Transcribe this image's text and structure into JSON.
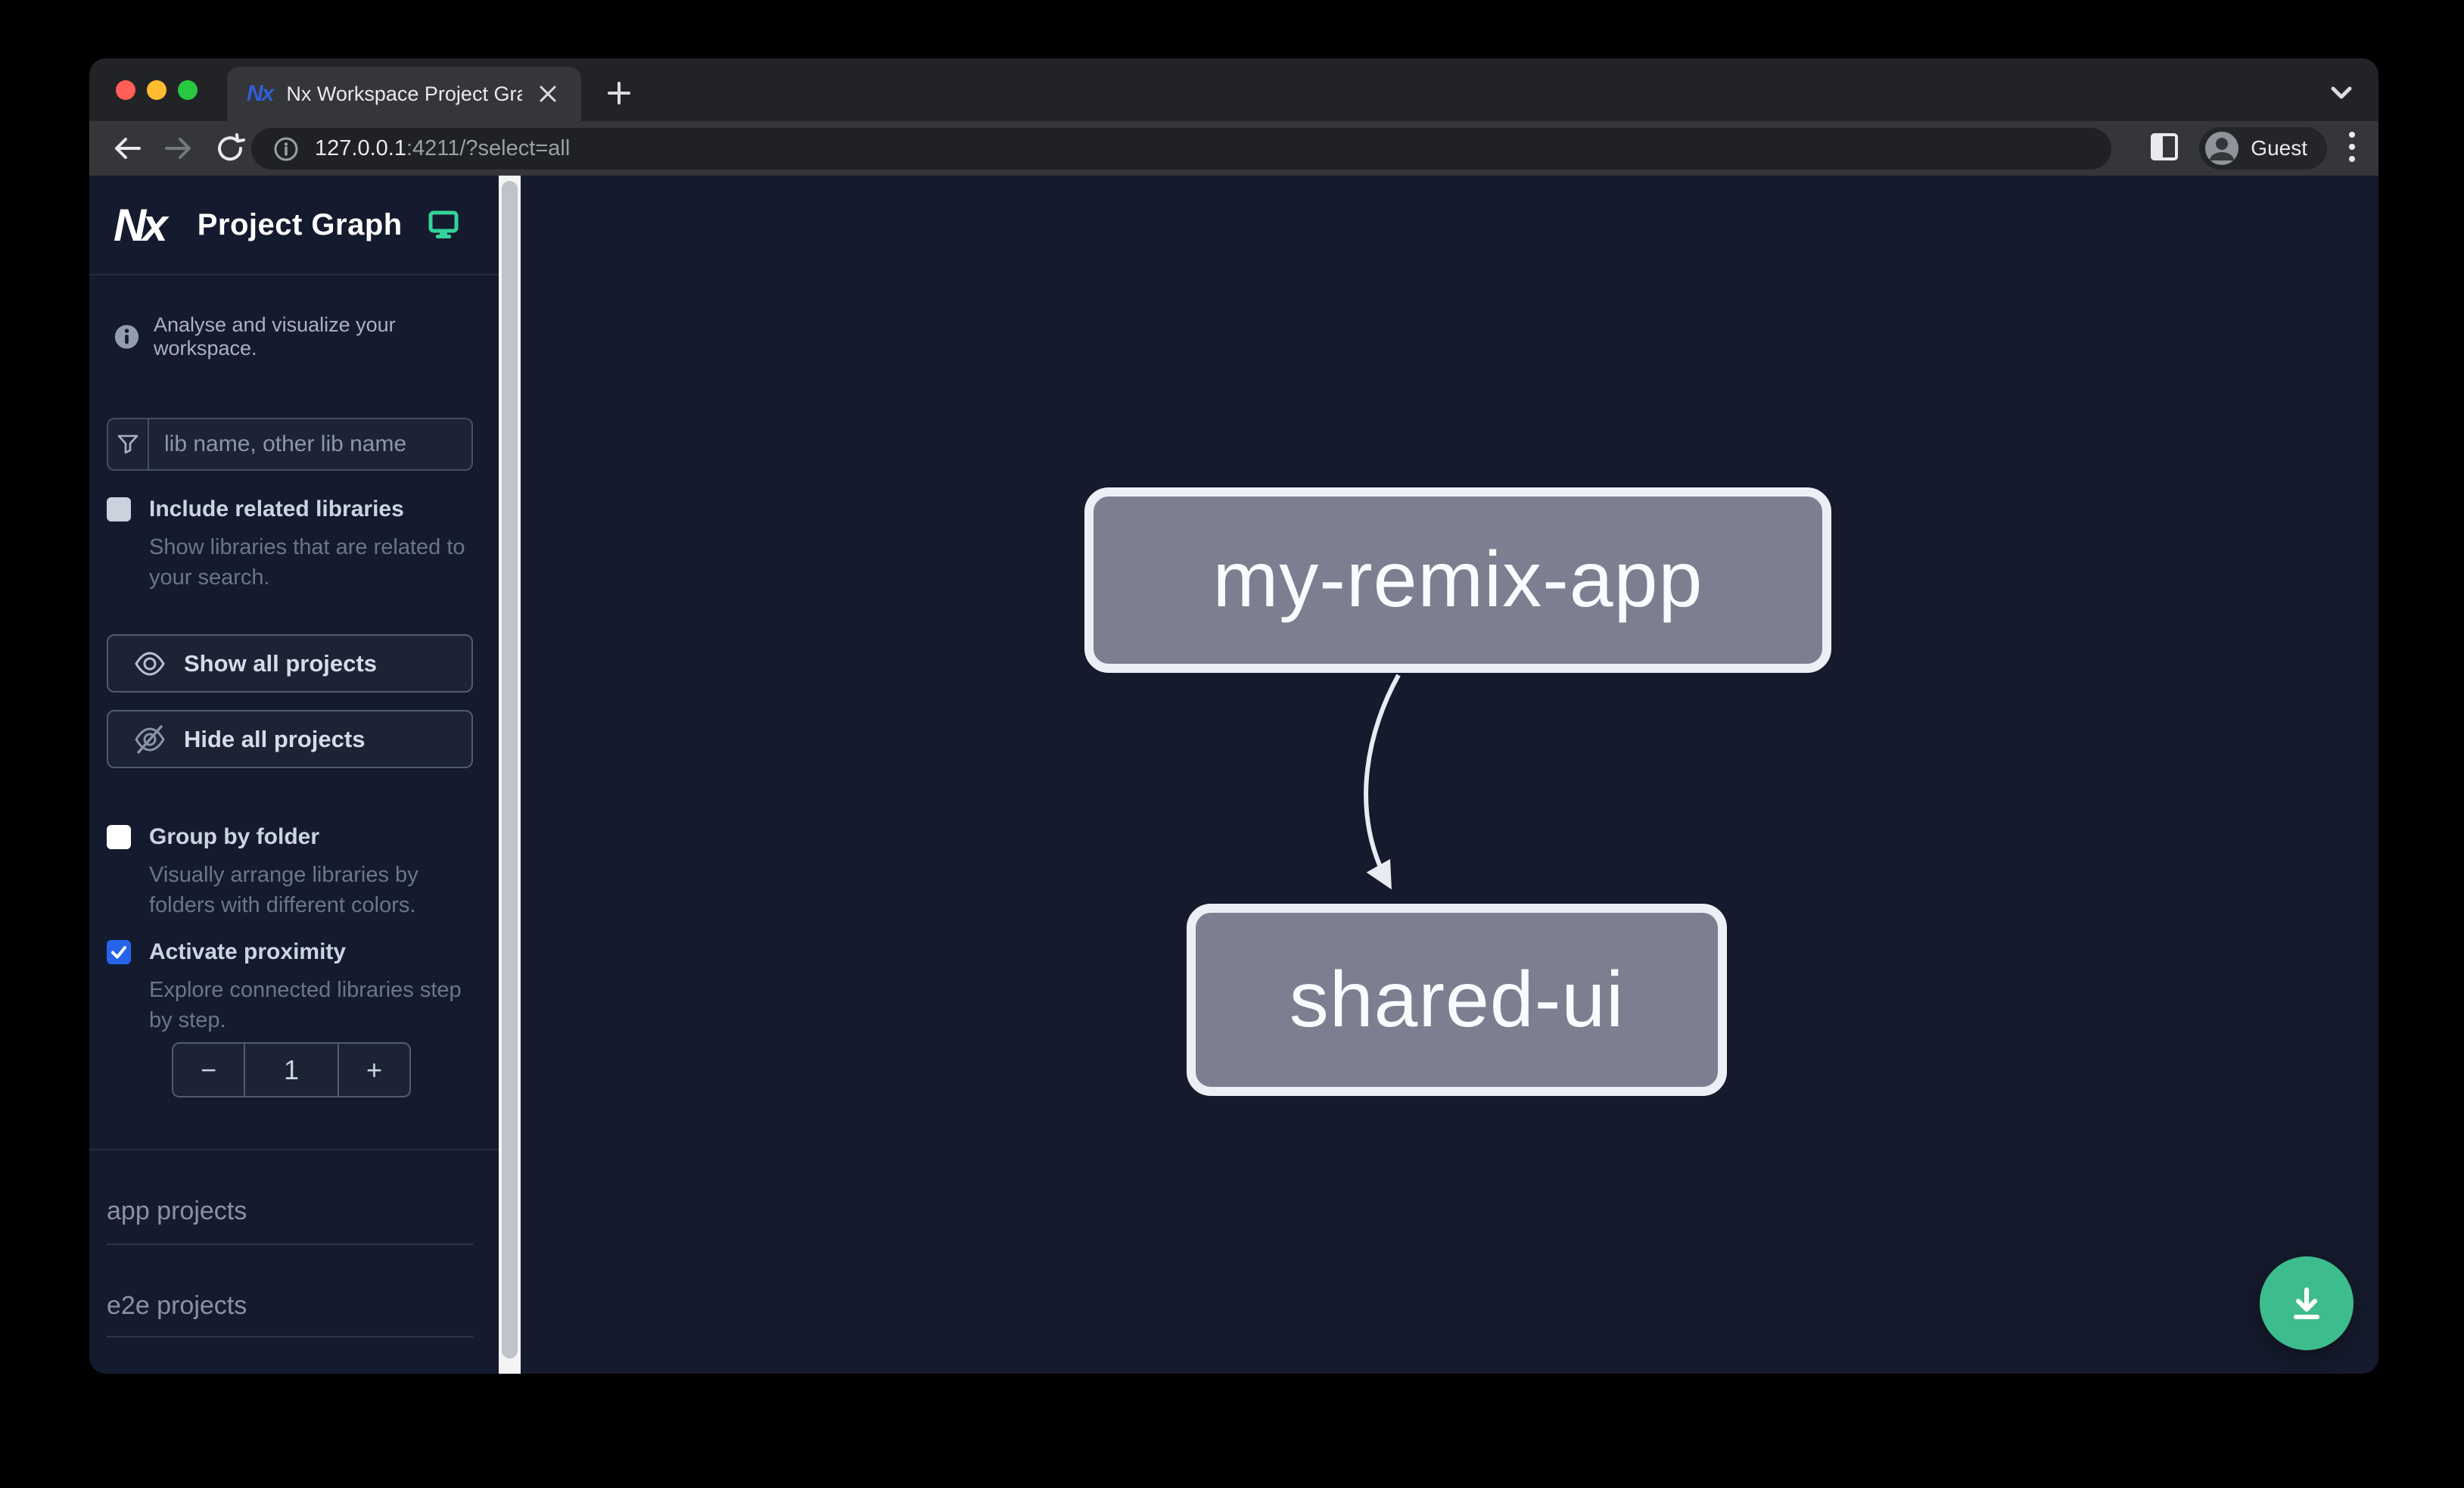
{
  "browser": {
    "tab_title": "Nx Workspace Project Graph",
    "favicon_text": "Nx",
    "url_host": "127.0.0.1",
    "url_rest": ":4211/?select=all",
    "profile_label": "Guest"
  },
  "sidebar": {
    "logo_text": "Nx",
    "app_title": "Project Graph",
    "tagline": "Analyse and visualize your workspace.",
    "filter_placeholder": "lib name, other lib name",
    "checkboxes": [
      {
        "label": "Include related libraries",
        "description": "Show libraries that are related to your search.",
        "checked": false
      },
      {
        "label": "Group by folder",
        "description": "Visually arrange libraries by folders with different colors.",
        "checked": false
      },
      {
        "label": "Activate proximity",
        "description": "Explore connected libraries step by step.",
        "checked": true
      }
    ],
    "buttons": {
      "show_all": "Show all projects",
      "hide_all": "Hide all projects"
    },
    "stepper": {
      "minus": "−",
      "value": "1",
      "plus": "+"
    },
    "sections": [
      {
        "label": "app projects"
      },
      {
        "label": "e2e projects"
      }
    ]
  },
  "graph": {
    "nodes": [
      {
        "id": "my-remix-app",
        "label": "my-remix-app"
      },
      {
        "id": "shared-ui",
        "label": "shared-ui"
      }
    ],
    "edges": [
      {
        "from": "my-remix-app",
        "to": "shared-ui"
      }
    ]
  },
  "colors": {
    "accent-green": "#3dbd8d",
    "accent-blue": "#2564eb",
    "node-fill": "#7b7f90"
  }
}
